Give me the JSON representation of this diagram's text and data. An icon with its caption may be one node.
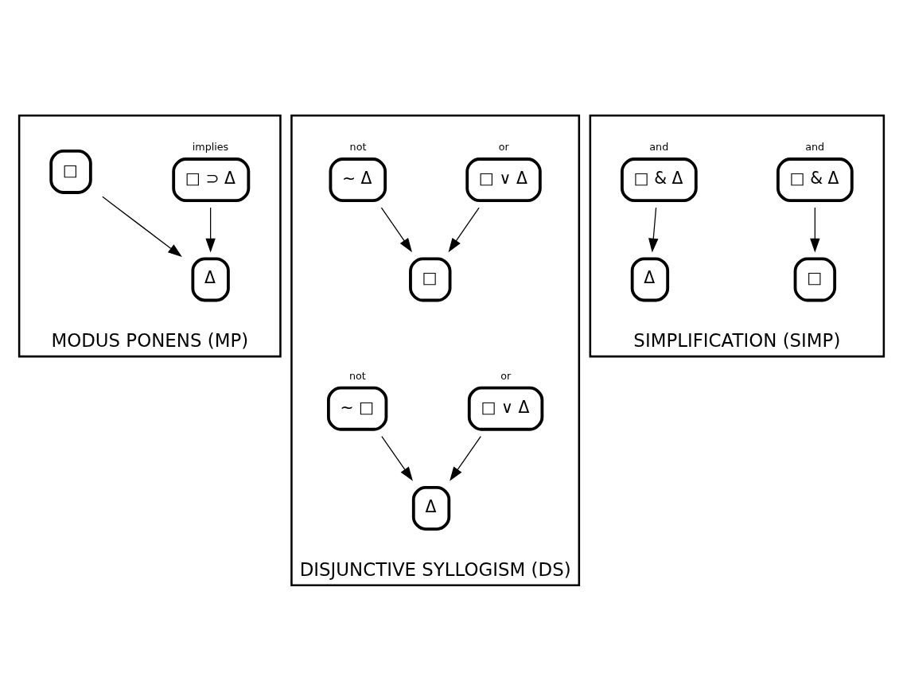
{
  "diagram": {
    "nodes": [
      {
        "text": [
          "MODUS PONENS (MP)"
        ]
      },
      {
        "text": [
          "□ ⊃ Δ"
        ],
        "in": 0,
        "beside": [
          "implies"
        ]
      },
      {
        "text": [
          "□"
        ],
        "in": 0
      },
      {
        "text": [
          "Δ"
        ],
        "in": 0
      },
      {
        "text": [
          "SIMPLIFICATION (SIMP)"
        ]
      },
      {
        "text": [
          "□ & Δ"
        ],
        "in": 4,
        "beside": [
          "and"
        ]
      },
      {
        "text": [
          "□ & Δ"
        ],
        "in": 4,
        "beside": [
          "and"
        ]
      },
      {
        "text": [
          "□"
        ],
        "in": 4
      },
      {
        "text": [
          "Δ"
        ],
        "in": 4
      },
      {
        "text": [
          "DISJUNCTIVE SYLLOGISM (DS)"
        ]
      },
      {
        "text": [
          "□ ∨ Δ"
        ],
        "in": 9,
        "beside": [
          "or"
        ]
      },
      {
        "text": [
          "∼ □"
        ],
        "in": 9,
        "beside": [
          "not"
        ]
      },
      {
        "text": [
          "Δ"
        ],
        "in": 9
      },
      {
        "text": [
          "□ ∨ Δ"
        ],
        "in": 9,
        "beside": [
          "or"
        ]
      },
      {
        "text": [
          "∼ Δ"
        ],
        "in": 9,
        "beside": [
          "not"
        ]
      },
      {
        "text": [
          "□"
        ],
        "in": 9
      }
    ],
    "edges": [
      {
        "from": 1,
        "to": 3,
        "arrow": "to"
      },
      {
        "from": 2,
        "to": 3,
        "arrow": "to"
      },
      {
        "from": 5,
        "to": 7,
        "arrow": "to"
      },
      {
        "from": 6,
        "to": 8,
        "arrow": "to"
      },
      {
        "from": 10,
        "to": 12,
        "arrow": "to"
      },
      {
        "from": 11,
        "to": 12,
        "arrow": "to"
      },
      {
        "from": 13,
        "to": 15,
        "arrow": "to"
      },
      {
        "from": 14,
        "to": 15,
        "arrow": "to"
      }
    ]
  }
}
